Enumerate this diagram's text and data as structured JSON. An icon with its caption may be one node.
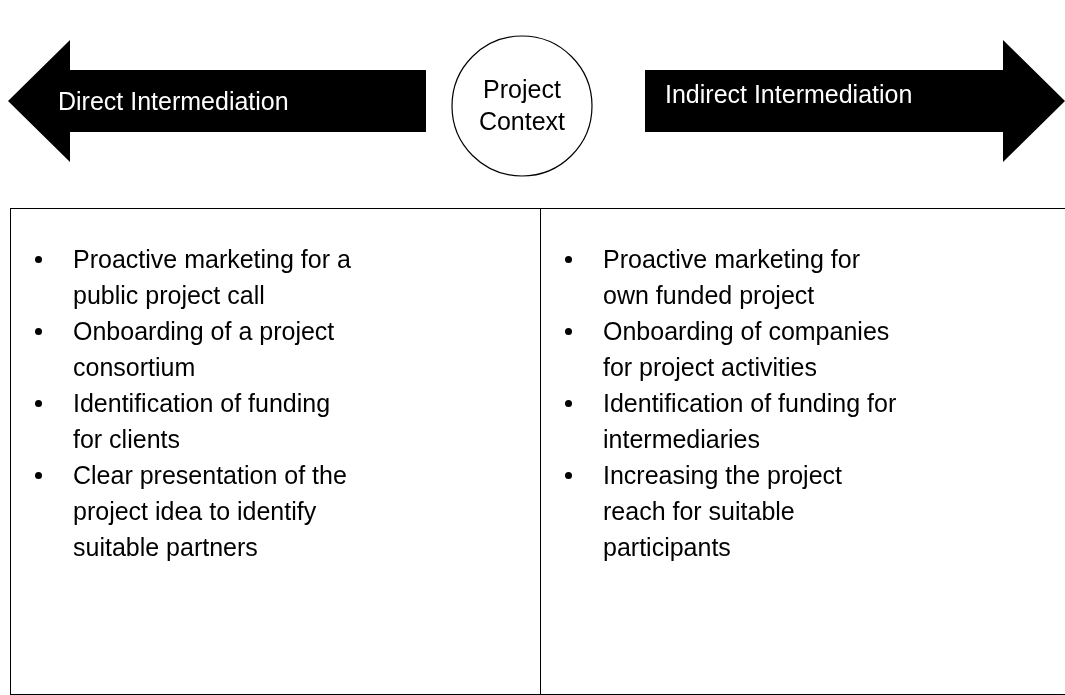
{
  "diagram": {
    "nodes": [
      {
        "text": [
          "Direct Intermediation"
        ]
      },
      {
        "text": [
          "Project Context"
        ]
      },
      {
        "text": [
          "Indirect Intermediation"
        ]
      },
      {
        "text": [
          "Proactive marketing for a public project call",
          "Onboarding of a project consortium",
          "Identification of funding for clients",
          "Clear presentation of the project idea to identify suitable partners"
        ]
      },
      {
        "text": [
          "Proactive marketing for own funded project",
          "Onboarding of companies for project activities",
          "Identification of funding for intermediaries",
          "Increasing the project reach for  suitable participants"
        ]
      }
    ]
  }
}
